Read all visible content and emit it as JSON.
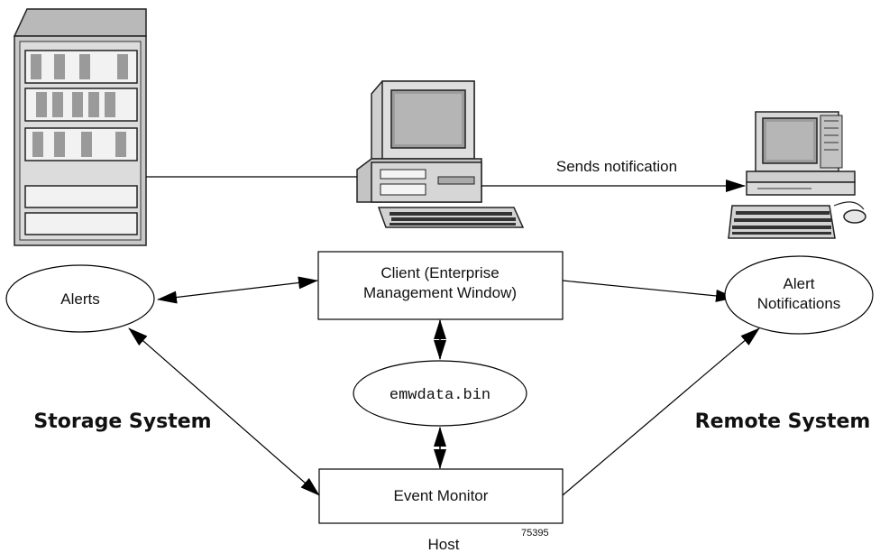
{
  "diagram": {
    "notification_label": "Sends notification",
    "client_box_line1": "Client (Enterprise",
    "client_box_line2": "Management Window)",
    "alerts_label": "Alerts",
    "alert_notifications_line1": "Alert",
    "alert_notifications_line2": "Notifications",
    "data_file_label": "emwdata.bin",
    "storage_system_label": "Storage System",
    "remote_system_label": "Remote System",
    "event_monitor_label": "Event Monitor",
    "host_label": "Host",
    "figure_number": "75395"
  },
  "icons": {
    "storage": "storage-rack-icon",
    "host_computer": "desktop-computer-icon",
    "remote_computer": "desktop-computer-icon",
    "mouse": "mouse-icon"
  }
}
